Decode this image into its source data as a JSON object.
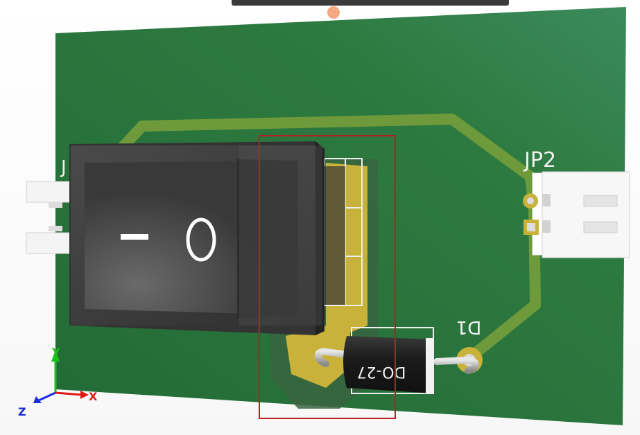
{
  "designators": {
    "header_right": "JP2",
    "header_left": "J",
    "diode": "D1",
    "diode_package": "DO-27"
  },
  "switch": {
    "off_symbol": "O",
    "on_symbol": "I"
  },
  "axes": {
    "x": "X",
    "y": "Y",
    "z": "Z"
  },
  "colors": {
    "board": "#2e7a40",
    "trace": "#6f9a3a",
    "pad": "#c9b23a",
    "selection": "#b22222"
  },
  "icons": {
    "view_gizmo": "xyz-axes-icon",
    "toolbar": "viewer-toolbar"
  }
}
